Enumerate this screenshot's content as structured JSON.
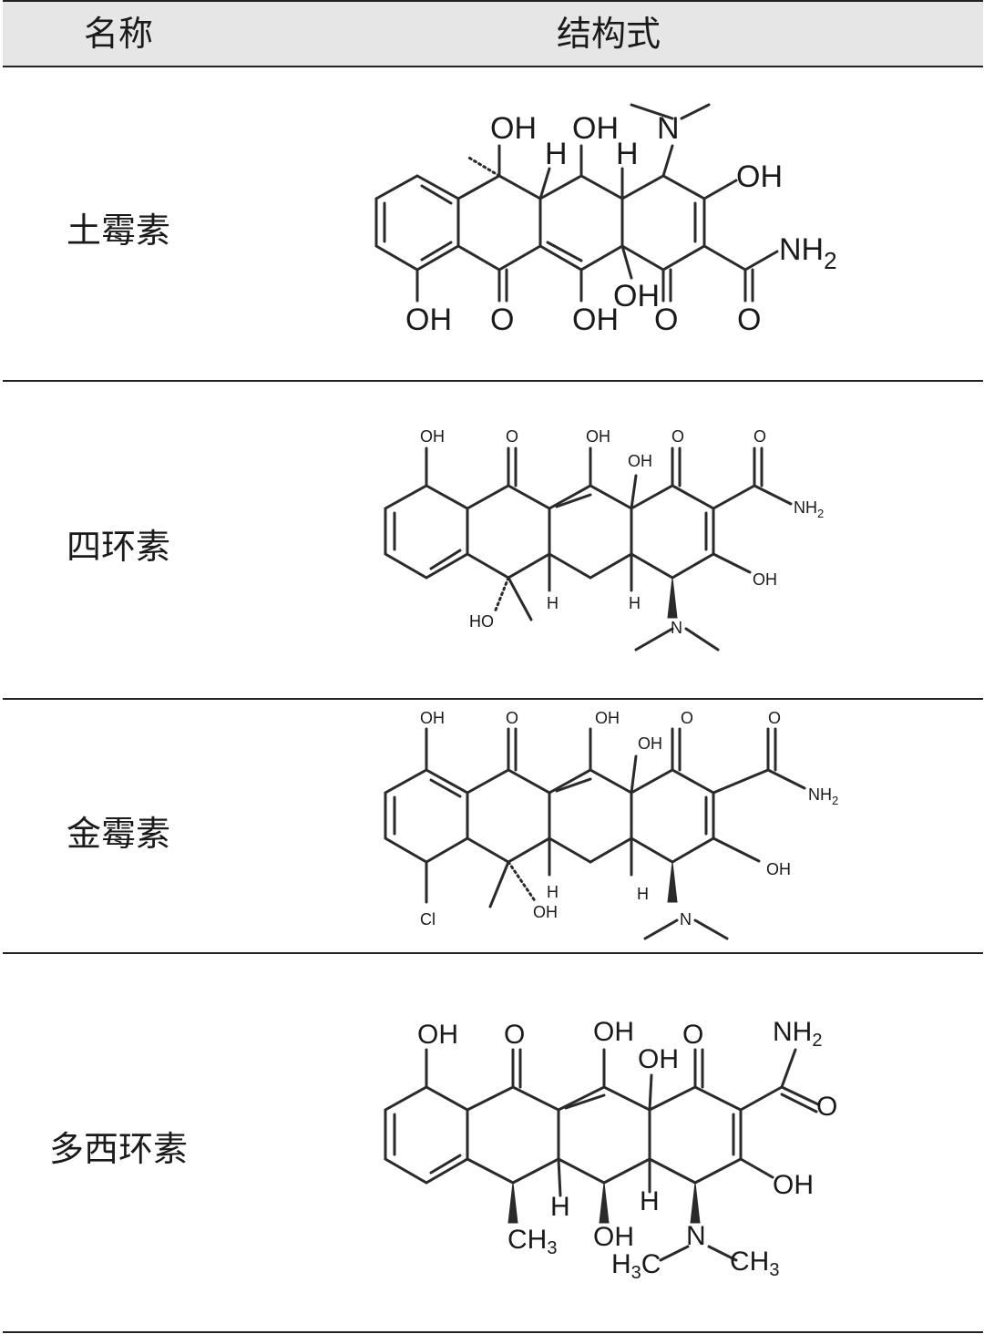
{
  "table": {
    "headers": {
      "name": "名称",
      "structure": "结构式"
    },
    "rows": [
      {
        "name": "土霉素",
        "labels": {
          "oh1": "OH",
          "oh2": "OH",
          "h1": "H",
          "h2": "H",
          "n": "N",
          "oh3": "OH",
          "nh2": "NH",
          "sub2": "2",
          "oh4": "OH",
          "o1": "O",
          "oh5": "OH",
          "oh6": "OH",
          "o2": "O",
          "o3": "O"
        }
      },
      {
        "name": "四环素",
        "labels": {
          "oh1": "OH",
          "o1": "O",
          "oh2": "OH",
          "oh3": "OH",
          "o2": "O",
          "o3": "O",
          "nh2": "NH",
          "sub2": "2",
          "oh4": "OH",
          "ho": "HO",
          "h1": "H",
          "h2": "H",
          "n": "N"
        }
      },
      {
        "name": "金霉素",
        "labels": {
          "oh1": "OH",
          "o1": "O",
          "oh2": "OH",
          "oh3": "OH",
          "o2": "O",
          "o3": "O",
          "nh2": "NH",
          "sub2": "2",
          "oh4": "OH",
          "cl": "Cl",
          "oh5": "OH",
          "h1": "H",
          "h2": "H",
          "n": "N"
        }
      },
      {
        "name": "多西环素",
        "labels": {
          "oh1": "OH",
          "o1": "O",
          "oh2": "OH",
          "oh3": "OH",
          "o2": "O",
          "nh2": "NH",
          "sub2": "2",
          "o3": "O",
          "oh4": "OH",
          "h1": "H",
          "h2": "H",
          "ch3a": "CH",
          "sub3a": "3",
          "oh5": "OH",
          "n": "N",
          "h3c": "H",
          "sub3b": "3",
          "c": "C",
          "ch3b": "CH",
          "sub3c": "3"
        }
      }
    ]
  }
}
